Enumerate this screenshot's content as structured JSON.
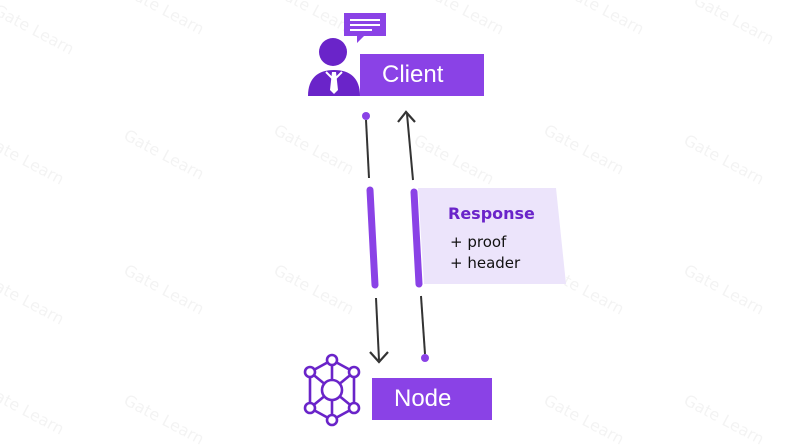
{
  "diagram": {
    "client": {
      "label": "Client"
    },
    "node": {
      "label": "Node"
    },
    "response": {
      "title": "Response",
      "items": [
        "+ proof",
        "+ header"
      ]
    }
  },
  "watermark": {
    "text": "Gate Learn"
  },
  "colors": {
    "accent": "#8a42e6",
    "accent_dark": "#6a24c9",
    "response_bg": "#ece4fb",
    "arrow": "#333333"
  }
}
